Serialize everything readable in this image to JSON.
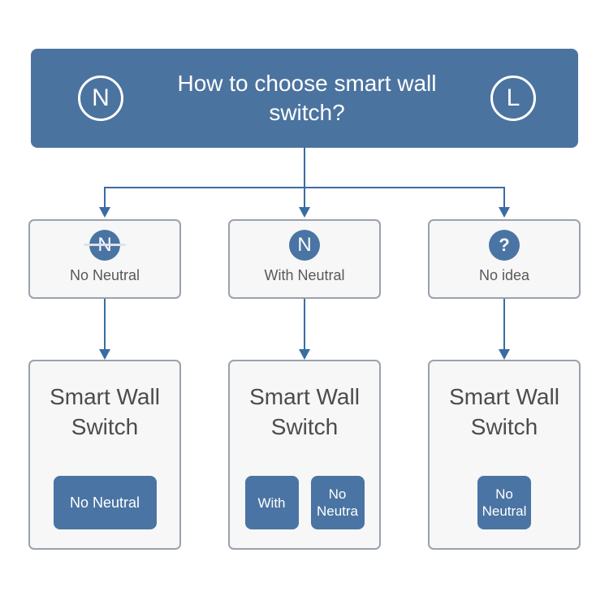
{
  "title": "How to choose smart wall switch?",
  "header": {
    "title_line1": "How to choose smart wall",
    "title_line2": "switch?",
    "left_badge_letter": "N",
    "right_badge_letter": "L"
  },
  "branches": [
    {
      "icon": "no-neutral-icon",
      "icon_glyph": "N",
      "label": "No Neutral",
      "result": {
        "title_line1": "Smart Wall",
        "title_line2": "Switch",
        "buttons": [
          {
            "label": "No Neutral"
          }
        ]
      }
    },
    {
      "icon": "neutral-icon",
      "icon_glyph": "N",
      "label": "With Neutral",
      "result": {
        "title_line1": "Smart Wall",
        "title_line2": "Switch",
        "buttons": [
          {
            "label": "With"
          },
          {
            "label": "No Neutra"
          }
        ]
      }
    },
    {
      "icon": "question-icon",
      "icon_glyph": "?",
      "label": "No idea",
      "result": {
        "title_line1": "Smart Wall",
        "title_line2": "Switch",
        "buttons": [
          {
            "label": "No Neutral"
          }
        ]
      }
    }
  ],
  "colors": {
    "header_bg": "#4b739f",
    "accent": "#4a74a3",
    "arrow": "#3a6ca4",
    "card_bg": "#f7f7f8",
    "card_border": "#9aa2ac",
    "text": "#4c4c4c"
  }
}
